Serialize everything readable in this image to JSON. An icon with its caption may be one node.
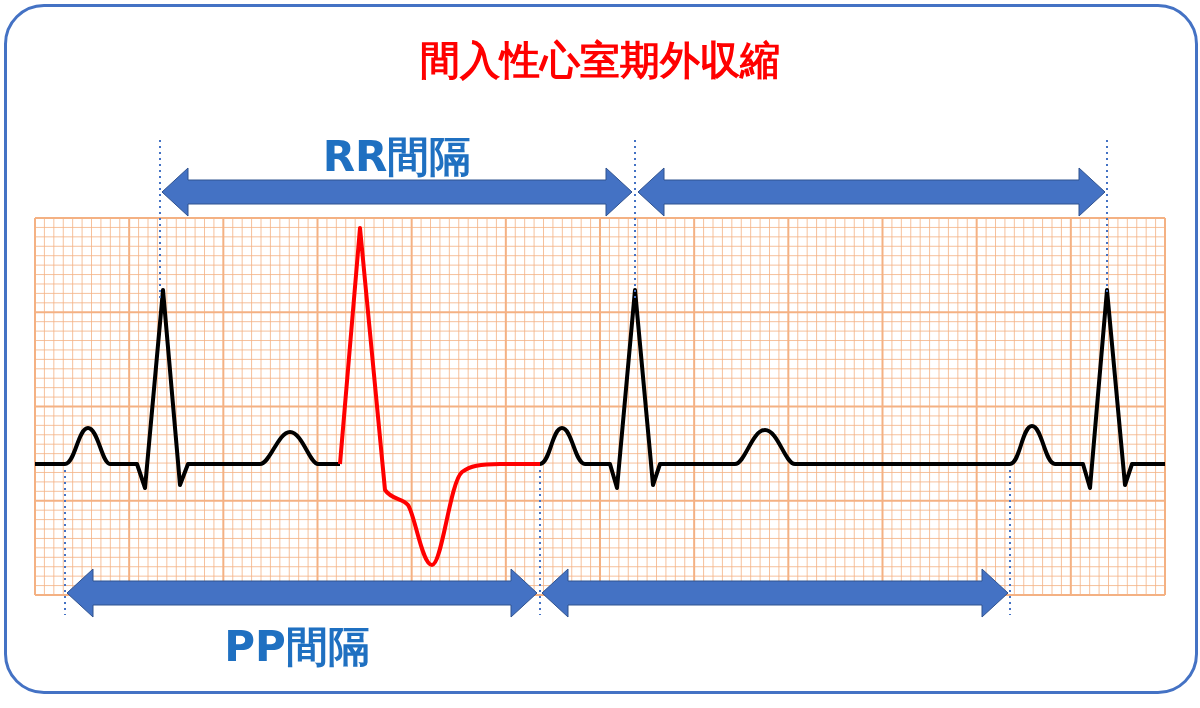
{
  "diagram": {
    "title": "間入性心室期外収縮",
    "labels": [
      "RR間隔",
      "PP間隔"
    ]
  }
}
